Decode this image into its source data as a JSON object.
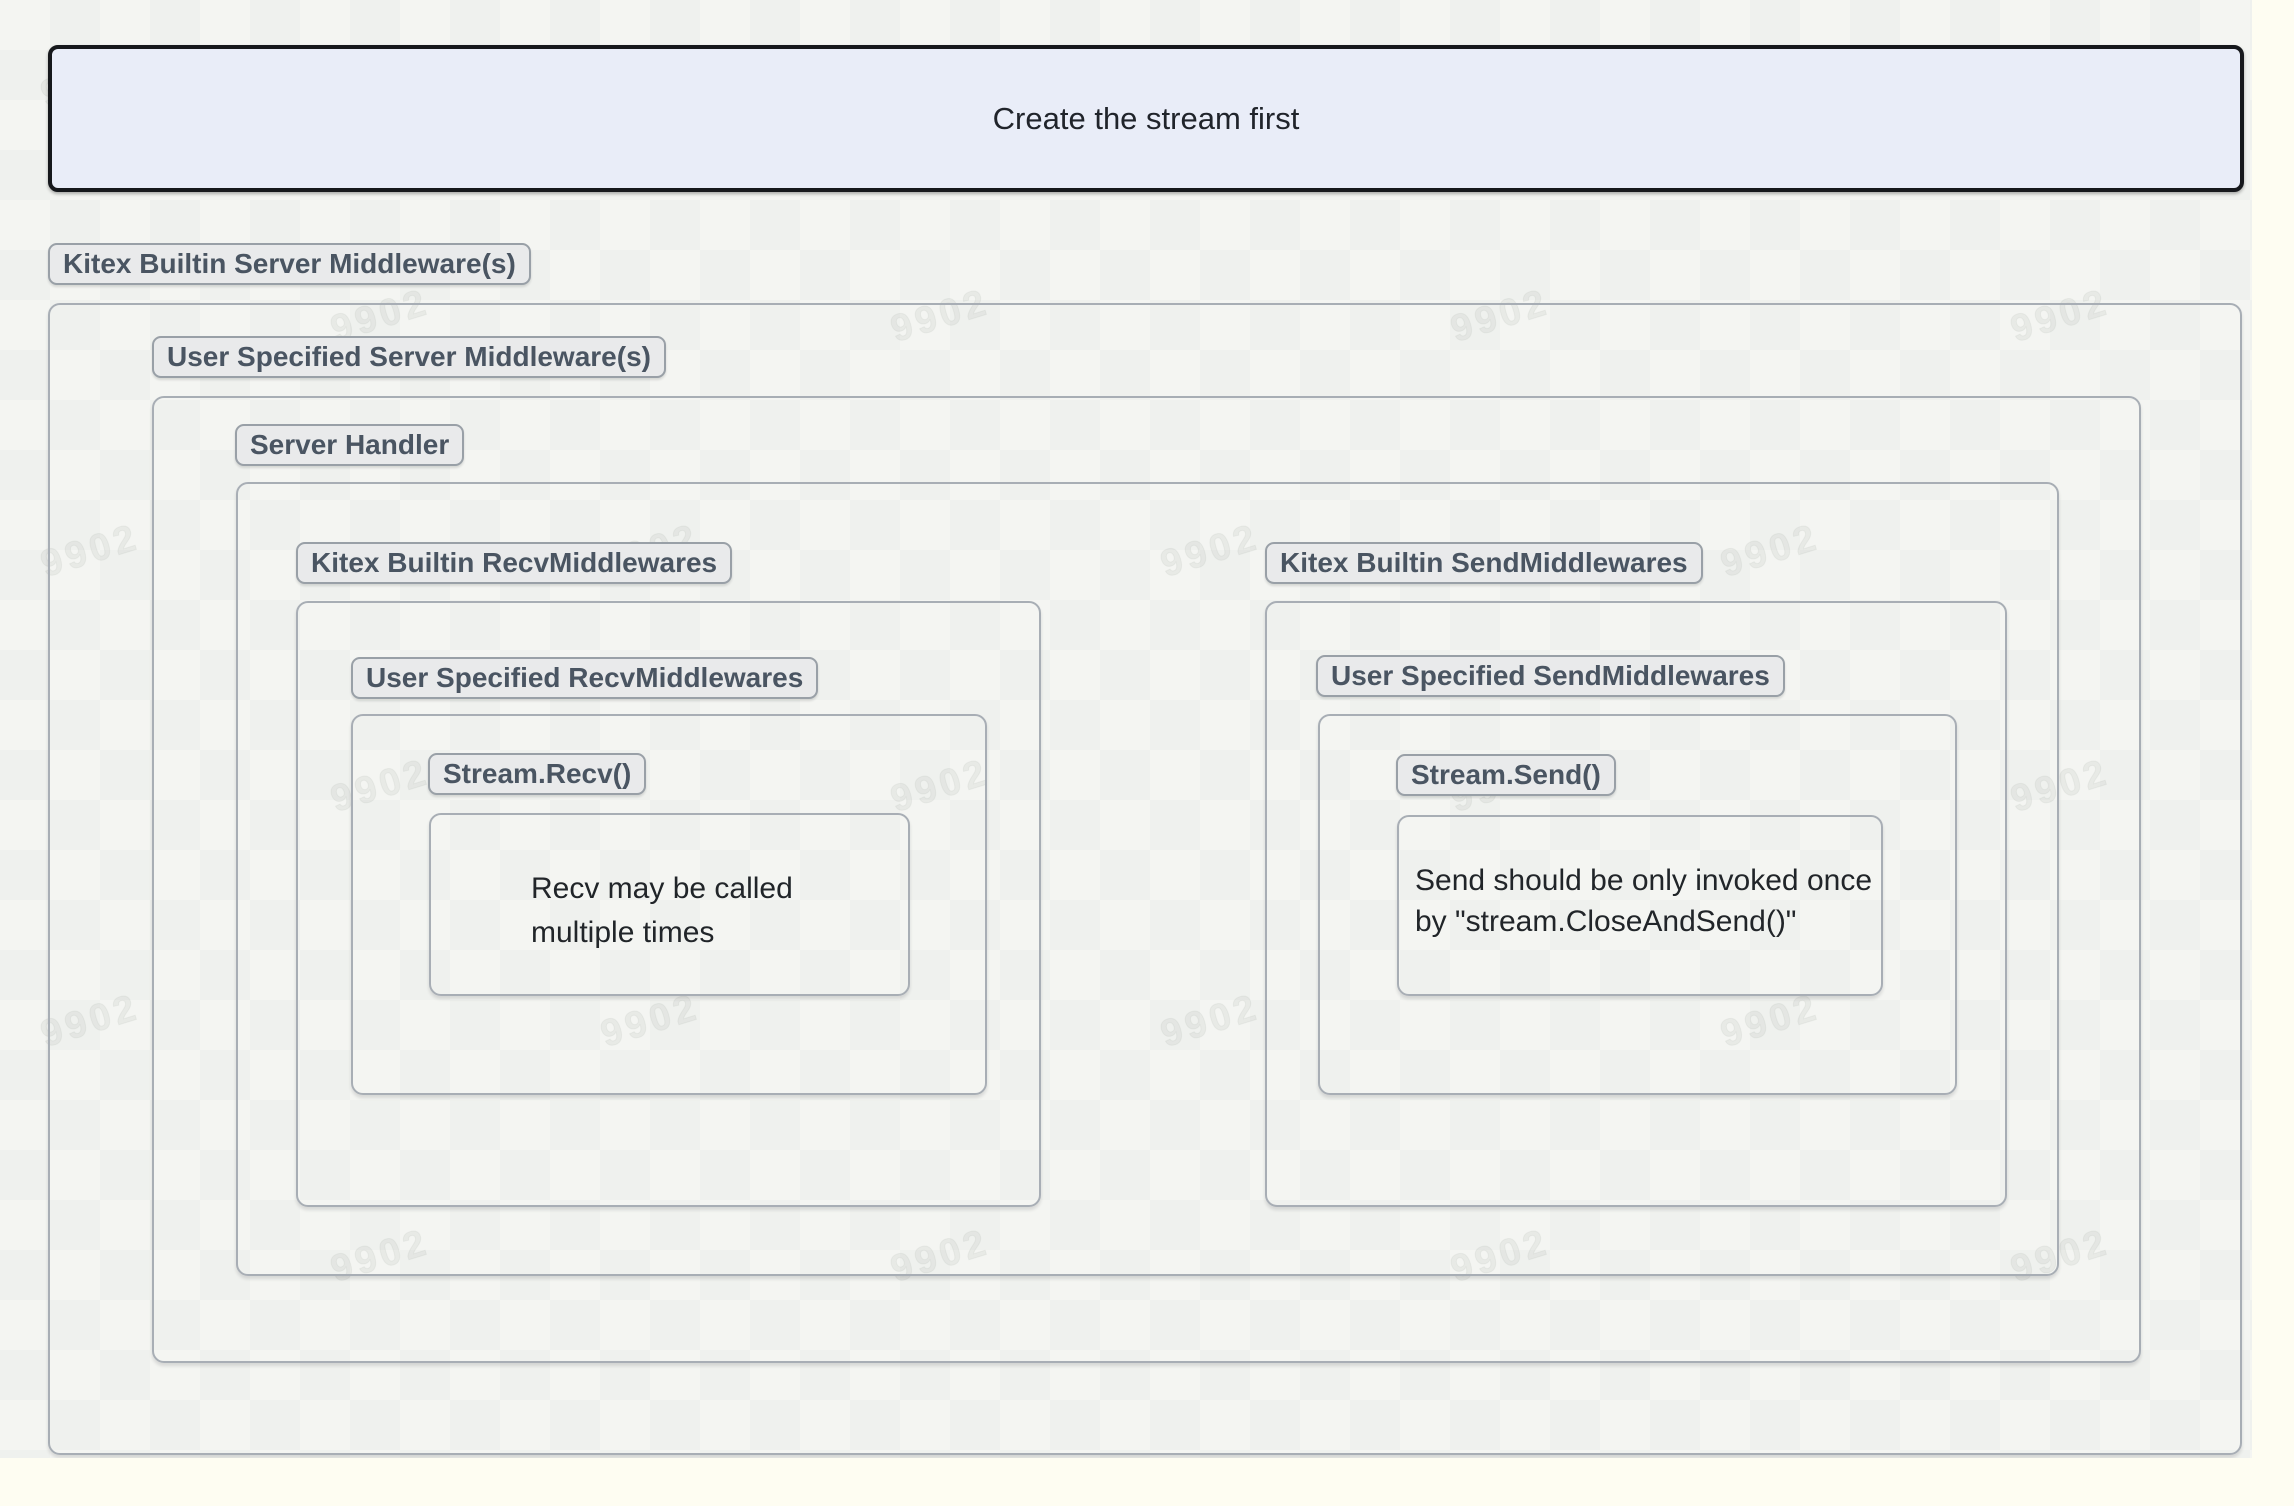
{
  "banner": {
    "text": "Create the stream first"
  },
  "diagram": {
    "builtin_server_label": "Kitex Builtin Server Middleware(s)",
    "user_server_label": "User Specified Server Middleware(s)",
    "server_handler_label": "Server Handler",
    "recv": {
      "builtin_label": "Kitex Builtin RecvMiddlewares",
      "user_label": "User Specified RecvMiddlewares",
      "stream_label": "Stream.Recv()",
      "note_lines": [
        "Recv may be called",
        "multiple times"
      ]
    },
    "send": {
      "builtin_label": "Kitex Builtin SendMiddlewares",
      "user_label": "User Specified SendMiddlewares",
      "stream_label": "Stream.Send()",
      "note_lines": [
        "Send should be only invoked once",
        "by \"stream.CloseAndSend()\""
      ]
    }
  },
  "watermark_text": "9902",
  "colors": {
    "banner_bg": "#e9edf8",
    "banner_border": "#16181c",
    "badge_bg": "#e9eaeb",
    "badge_border": "#99a0a7",
    "badge_text": "#4a5562",
    "box_border": "#a8aeb5",
    "canvas_bg": "#f4f5f2",
    "page_bg": "#fefdf2"
  }
}
